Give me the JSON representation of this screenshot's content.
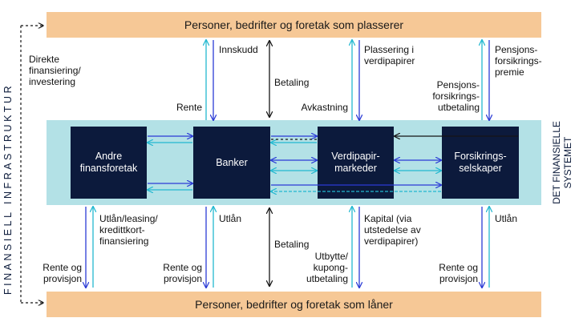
{
  "bars": {
    "top": "Personer, bedrifter og foretak som plasserer",
    "bottom": "Personer, bedrifter og foretak som låner"
  },
  "boxes": {
    "andre": "Andre\nfinansforetak",
    "banker": "Banker",
    "verdipapir": "Verdipapir-\nmarkeder",
    "forsikring": "Forsikrings-\nselskaper"
  },
  "side": {
    "left": "FINANSIELL INFRASTRUKTUR",
    "right": "DET FINANSIELLE\nSYSTEMET"
  },
  "labels": {
    "direkte": "Direkte\nfinansiering/\ninvestering",
    "rente_top": "Rente",
    "innskudd": "Innskudd",
    "betaling_top": "Betaling",
    "avkastning": "Avkastning",
    "plassering": "Plassering i\nverdipapirer",
    "pensjons_utbetaling": "Pensjons-\nforsikrings-\nutbetaling",
    "pensjons_premie": "Pensjons-\nforsikrings-\npremie",
    "utlan_leasing": "Utlån/leasing/\nkredittkort-\nfinansiering",
    "rente_provisjon_1": "Rente og\nprovisjon",
    "rente_provisjon_2": "Rente og\nprovisjon",
    "utlan_bank": "Utlån",
    "betaling_bottom": "Betaling",
    "utbytte": "Utbytte/\nkupong-\nutbetaling",
    "kapital": "Kapital (via\nutstedelse av\nverdipapirer)",
    "rente_provisjon_3": "Rente og\nprovisjon",
    "utlan_forsikring": "Utlån"
  },
  "colors": {
    "navy": "#0c1a3c",
    "blue": "#2b3bd6",
    "cyan": "#22b8d0",
    "dark": "#151515",
    "band": "#b3e1e6",
    "bar": "#f6c896"
  }
}
